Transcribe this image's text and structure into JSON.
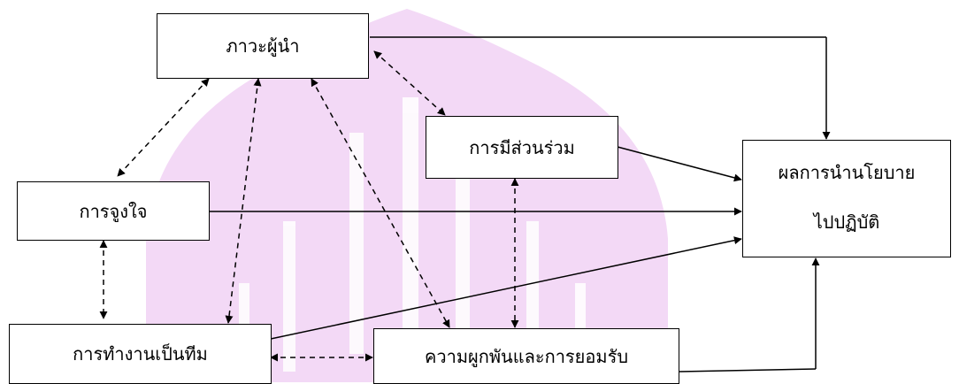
{
  "boxes": {
    "leadership": "ภาวะผู้นำ",
    "participation": "การมีส่วนร่วม",
    "motivation": "การจูงใจ",
    "teamwork": "การทำงานเป็นทีม",
    "commitment": "ความผูกพันและการยอมรับ",
    "outcome_line1": "ผลการนำนโยบาย",
    "outcome_line2": "ไปปฏิบัติ"
  },
  "colors": {
    "watermark": "#f3d9f6",
    "line": "#000000",
    "box_fill": "#ffffff"
  }
}
